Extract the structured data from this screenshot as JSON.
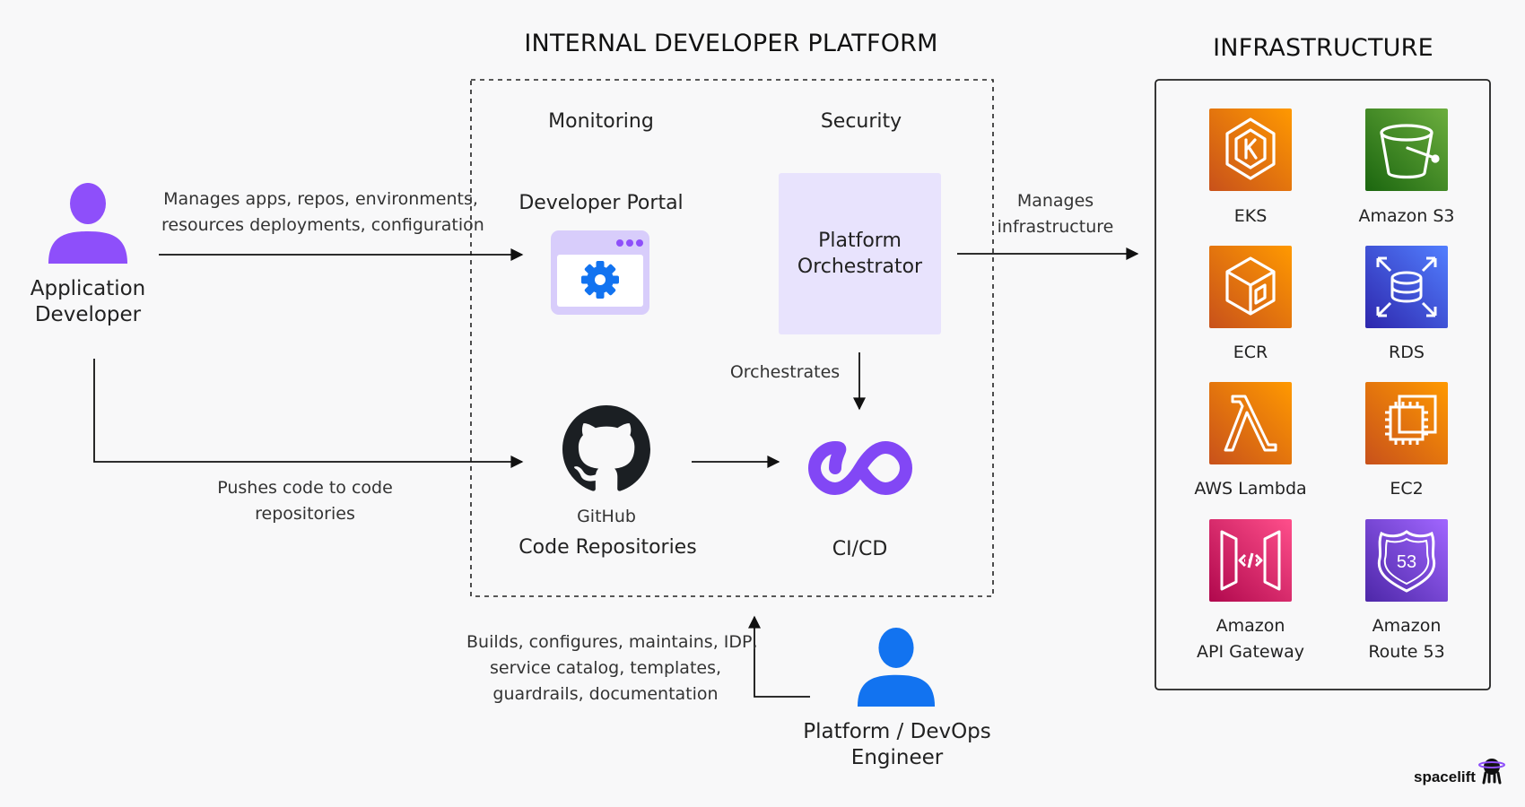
{
  "platform": {
    "title": "INTERNAL DEVELOPER PLATFORM",
    "monitoring": "Monitoring",
    "security": "Security",
    "developer_portal": "Developer Portal",
    "orchestrator": [
      "Platform",
      "Orchestrator"
    ],
    "orchestrates": "Orchestrates",
    "github": "GitHub",
    "code_repositories": "Code Repositories",
    "cicd": "CI/CD"
  },
  "application_developer": {
    "name": [
      "Application",
      "Developer"
    ],
    "manages_note": [
      "Manages apps, repos, environments,",
      "resources deployments, configuration"
    ],
    "pushes_note": [
      "Pushes code to code",
      "repositories"
    ]
  },
  "platform_engineer": {
    "name": [
      "Platform / DevOps",
      "Engineer"
    ],
    "builds_note": [
      "Builds, configures, maintains, IDP,",
      "service catalog, templates,",
      "guardrails, documentation"
    ]
  },
  "manages_infrastructure": [
    "Manages",
    "infrastructure"
  ],
  "infrastructure": {
    "title": "INFRASTRUCTURE",
    "services": [
      {
        "label": [
          "EKS"
        ],
        "icon": "eks-icon",
        "color": "#e7740f"
      },
      {
        "label": [
          "Amazon S3"
        ],
        "icon": "s3-bucket-icon",
        "color": "#3b8f25"
      },
      {
        "label": [
          "ECR"
        ],
        "icon": "ecr-icon",
        "color": "#e7740f"
      },
      {
        "label": [
          "RDS"
        ],
        "icon": "rds-icon",
        "color": "#3349d8"
      },
      {
        "label": [
          "AWS Lambda"
        ],
        "icon": "lambda-icon",
        "color": "#e7740f"
      },
      {
        "label": [
          "EC2"
        ],
        "icon": "ec2-chip-icon",
        "color": "#e7740f"
      },
      {
        "label": [
          "Amazon",
          "API Gateway"
        ],
        "icon": "api-gateway-icon",
        "color": "#d62a6c"
      },
      {
        "label": [
          "Amazon",
          "Route 53"
        ],
        "icon": "route53-icon",
        "color": "#7243d4"
      }
    ]
  },
  "brand": "spacelift",
  "colors": {
    "developer_purple": "#8e4ffa",
    "engineer_blue": "#1273f0",
    "orchestrator_fill": "#e8e3fd",
    "cicd_purple": "#8247f5"
  }
}
